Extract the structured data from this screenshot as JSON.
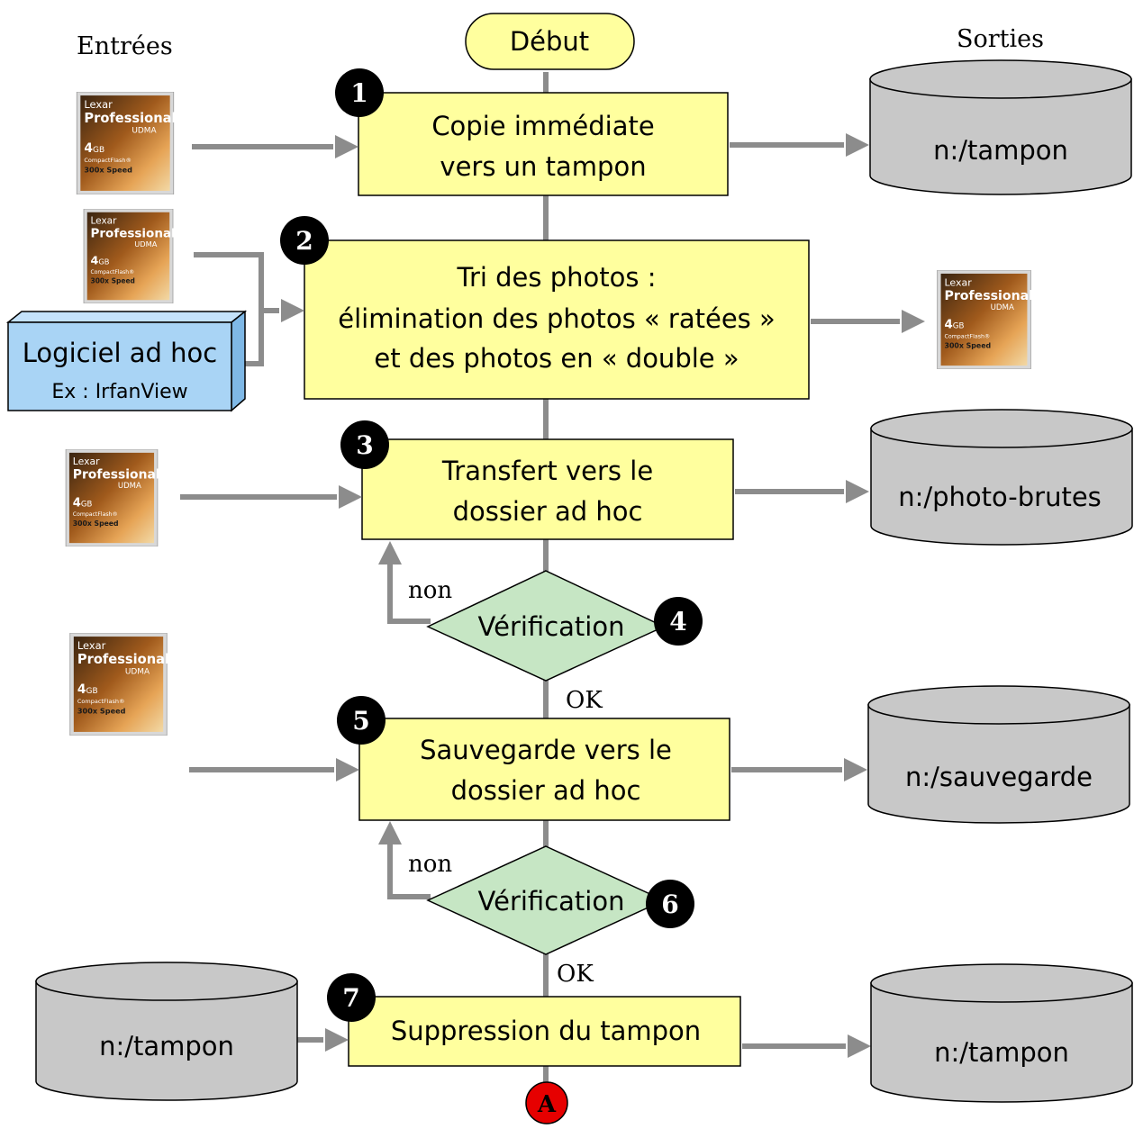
{
  "column_headers": {
    "inputs": "Entrées",
    "outputs": "Sorties"
  },
  "start": {
    "label": "Début"
  },
  "steps": [
    {
      "number": "1",
      "lines": [
        "Copie immédiate",
        "vers un tampon"
      ]
    },
    {
      "number": "2",
      "lines": [
        "Tri des photos :",
        "élimination des photos « ratées »",
        "et des photos en « double »"
      ]
    },
    {
      "number": "3",
      "lines": [
        "Transfert vers le",
        "dossier ad hoc"
      ]
    },
    {
      "number": "4",
      "lines": [
        "Vérification"
      ]
    },
    {
      "number": "5",
      "lines": [
        "Sauvegarde vers le",
        "dossier ad hoc"
      ]
    },
    {
      "number": "6",
      "lines": [
        "Vérification"
      ]
    },
    {
      "number": "7",
      "lines": [
        "Suppression du tampon"
      ]
    }
  ],
  "branch_labels": {
    "no": "non",
    "yes": "OK"
  },
  "software": {
    "name": "Logiciel ad hoc",
    "example": "Ex : IrfanView"
  },
  "card": {
    "brand": "Lexar",
    "line": "Professional",
    "model": "UDMA",
    "capacity": "4",
    "capacity_unit": "GB",
    "type": "CompactFlash®",
    "speed": "300x Speed"
  },
  "outputs": {
    "step1": "n:/tampon",
    "step3": "n:/photo-brutes",
    "step5": "n:/sauvegarde",
    "step7": "n:/tampon"
  },
  "inputs": {
    "step7": "n:/tampon"
  },
  "connector": {
    "label": "A"
  },
  "colors": {
    "process": "#ffff9e",
    "decision": "#c6e6c4",
    "start": "#ffff9e",
    "software": "#a9d4f5",
    "storage": "#c8c8c8",
    "arrow": "#8c8c8c",
    "connector": "#e60000"
  }
}
